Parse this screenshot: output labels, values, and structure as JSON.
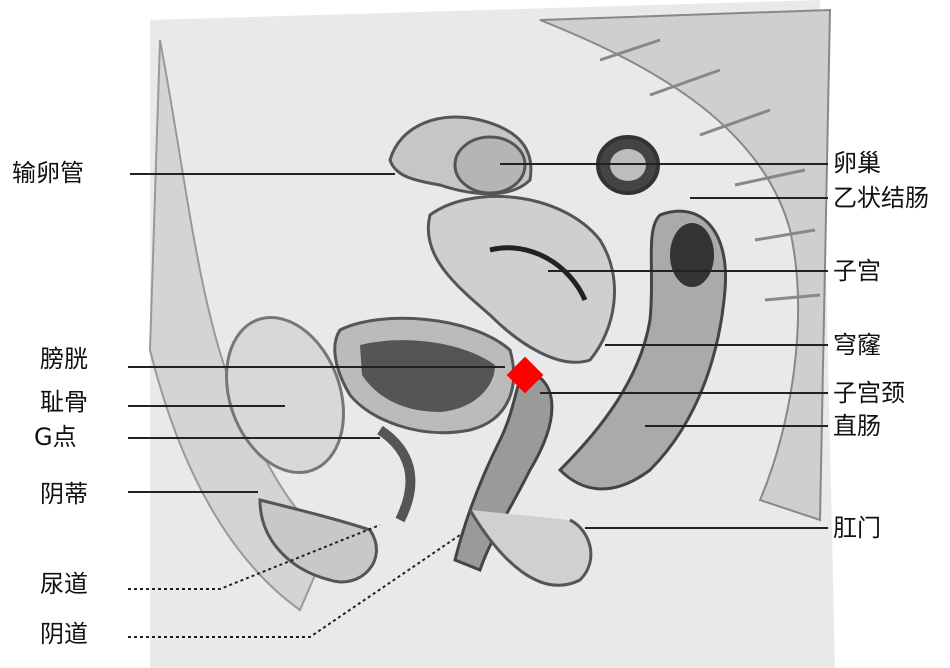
{
  "labels_left": [
    {
      "id": "fallopian-tube",
      "text": "输卵管"
    },
    {
      "id": "bladder",
      "text": "膀胱"
    },
    {
      "id": "pubic-bone",
      "text": "耻骨"
    },
    {
      "id": "g-spot",
      "text": "G点"
    },
    {
      "id": "clitoris",
      "text": "阴蒂"
    },
    {
      "id": "urethra",
      "text": "尿道"
    },
    {
      "id": "vagina",
      "text": "阴道"
    }
  ],
  "labels_right": [
    {
      "id": "ovary",
      "text": "卵巢"
    },
    {
      "id": "sigmoid-colon",
      "text": "乙状结肠"
    },
    {
      "id": "uterus",
      "text": "子宫"
    },
    {
      "id": "fornix",
      "text": "穹窿"
    },
    {
      "id": "cervix",
      "text": "子宫颈"
    },
    {
      "id": "rectum",
      "text": "直肠"
    },
    {
      "id": "anus",
      "text": "肛门"
    }
  ],
  "colors": {
    "marker": "#ff0000",
    "line": "#222222",
    "tissue": "#bdbdbd"
  },
  "marker": {
    "shape": "diamond"
  }
}
